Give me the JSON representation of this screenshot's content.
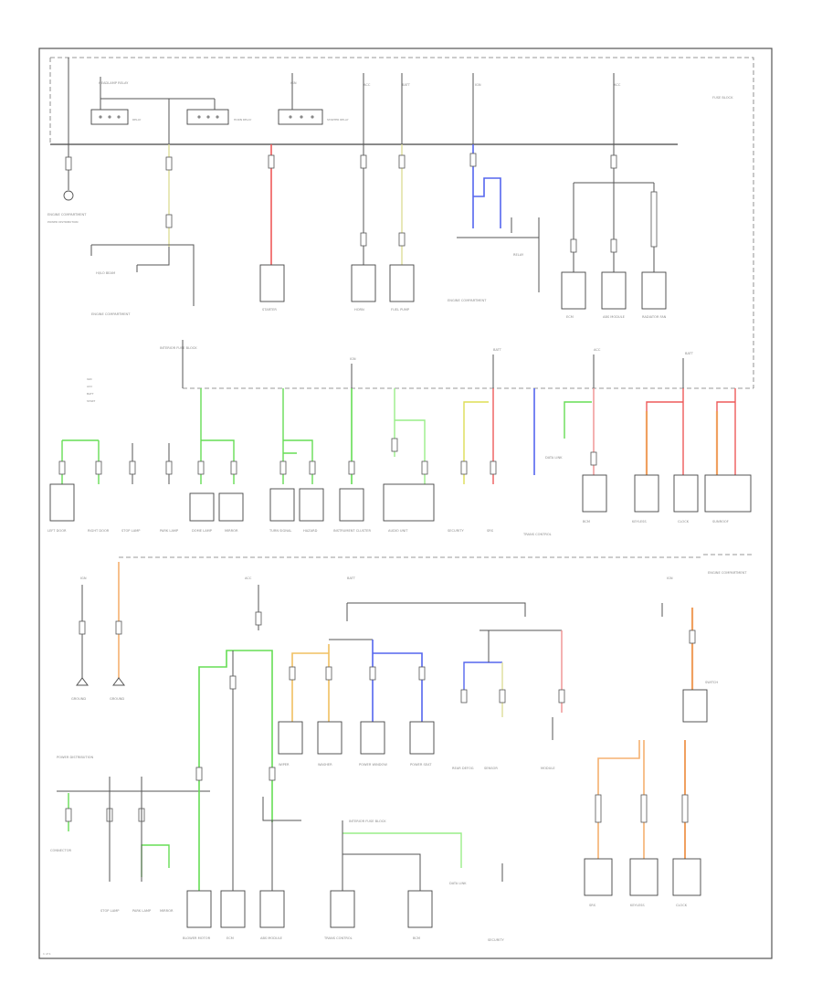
{
  "page_number": "1 of 1",
  "labels": {
    "headlamp_relay": "HEADLAMP RELAY",
    "horn_relay": "HORN RELAY",
    "starter_relay": "STARTER RELAY",
    "fuse_block": "FUSE BLOCK",
    "engine_cmpt": "ENGINE COMPARTMENT",
    "power_dist": "POWER DISTRIBUTION",
    "interior_fuse_block": "INTERIOR FUSE BLOCK",
    "starter": "STARTER",
    "horn": "HORN",
    "fuel_pump": "FUEL PUMP",
    "ecm": "ECM",
    "abs_module": "ABS MODULE",
    "blower_motor": "BLOWER MOTOR",
    "radiator_fan": "RADIATOR FAN",
    "hi_lo_beam": "HI/LO BEAM",
    "left_door": "LEFT DOOR",
    "right_door": "RIGHT DOOR",
    "instrument_cluster": "INSTRUMENT CLUSTER",
    "audio_unit": "AUDIO UNIT",
    "security": "SECURITY",
    "srs": "SRS",
    "trans_control": "TRANS CONTROL",
    "bcm": "BCM",
    "clock": "CLOCK",
    "data_link": "DATA LINK",
    "ign": "IGN",
    "acc": "ACC",
    "batt": "BATT",
    "stop_lamp": "STOP LAMP",
    "turn_signal": "TURN SIGNAL",
    "hazard": "HAZARD",
    "dome_lamp": "DOME LAMP",
    "mirror": "MIRROR",
    "wiper": "WIPER",
    "washer": "WASHER",
    "rear_defog": "REAR DEFOG",
    "sunroof": "SUNROOF",
    "power_seat": "POWER SEAT",
    "power_window": "POWER WINDOW",
    "keyless": "KEYLESS",
    "park_lamp": "PARK LAMP",
    "ground": "GROUND",
    "connector": "CONNECTOR",
    "relay": "RELAY",
    "module": "MODULE",
    "switch": "SWITCH",
    "sensor": "SENSOR"
  },
  "legend": [
    "IGN",
    "ACC",
    "BATT",
    "START"
  ],
  "colors": {
    "wire_default": "#555555",
    "red": "#ee5a5a",
    "pink": "#f09090",
    "yellow": "#dddd55",
    "pale_yellow": "#dede9a",
    "green": "#66dd55",
    "light_green": "#99ee88",
    "blue": "#5566ee",
    "orange": "#f0a060",
    "orange_light": "#f5b070"
  }
}
